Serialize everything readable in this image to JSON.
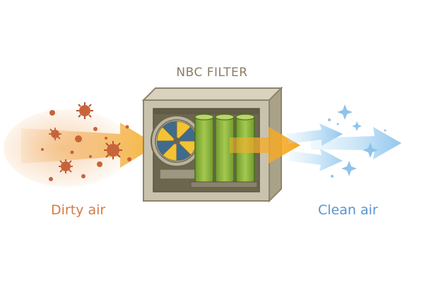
{
  "title": "NBC FILTER",
  "labels": {
    "input": "Dirty air",
    "output": "Clean air"
  },
  "colors": {
    "title": "#8a7d63",
    "dirty_air": "#d67a45",
    "clean_air": "#5b93cf",
    "airflow": "#f6b12b",
    "housing": "#c9c2ad",
    "filter_cartridge": "#8fb83f",
    "fan_blade_yellow": "#f3c334",
    "fan_blade_blue": "#3f6c8e",
    "particles": "#c8633a",
    "sparkles": "#8fc3ea"
  },
  "icons": {
    "contaminants": "virus-particle-icon",
    "fan": "fan-icon",
    "filter": "filter-cartridge-icon",
    "clean": "sparkle-icon"
  }
}
